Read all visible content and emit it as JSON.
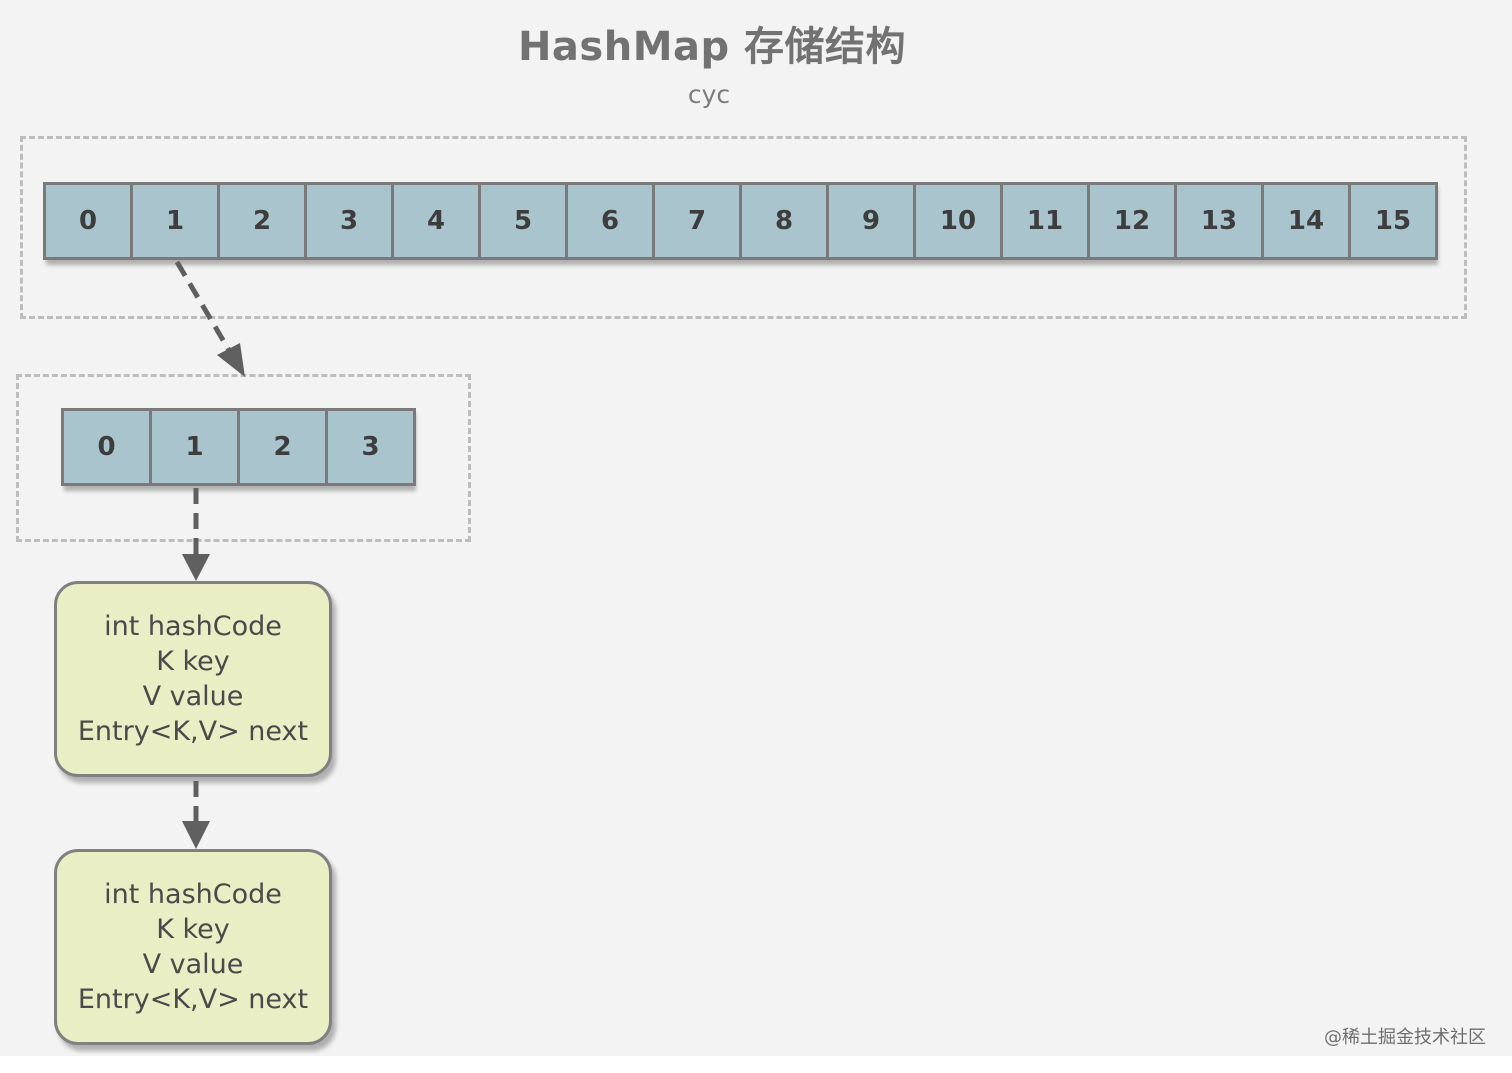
{
  "title": "HashMap 存储结构",
  "subtitle": "cyc",
  "table_indices": [
    "0",
    "1",
    "2",
    "3",
    "4",
    "5",
    "6",
    "7",
    "8",
    "9",
    "10",
    "11",
    "12",
    "13",
    "14",
    "15"
  ],
  "segment_indices": [
    "0",
    "1",
    "2",
    "3"
  ],
  "entries": [
    {
      "line1": "int hashCode",
      "line2": "K key",
      "line3": "V value",
      "line4": "Entry<K,V> next"
    },
    {
      "line1": "int hashCode",
      "line2": "K key",
      "line3": "V value",
      "line4": "Entry<K,V> next"
    }
  ],
  "watermark": "@稀土掘金技术社区"
}
